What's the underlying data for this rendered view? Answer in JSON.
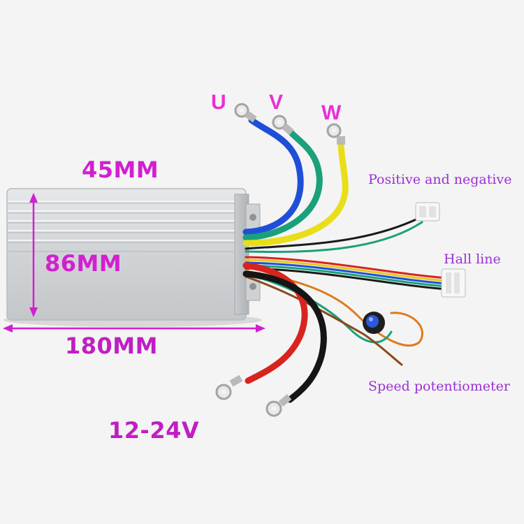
{
  "labels": {
    "phase_u": "U",
    "phase_v": "V",
    "phase_w": "W",
    "width": "45MM",
    "height": "86MM",
    "length": "180MM",
    "voltage": "12-24V",
    "positive_negative": "Positive and negative",
    "hall_line": "Hall line",
    "speed_pot": "Speed potentiometer"
  },
  "colors": {
    "label_magenta": "#d21fd0",
    "note_purple": "#9b2fd6",
    "wire_blue": "#1f4fd8",
    "wire_green": "#1aa07a",
    "wire_yellow": "#e8de1a",
    "wire_red": "#d8231f",
    "wire_black": "#151515",
    "housing_silver": "#d6d9dc"
  }
}
